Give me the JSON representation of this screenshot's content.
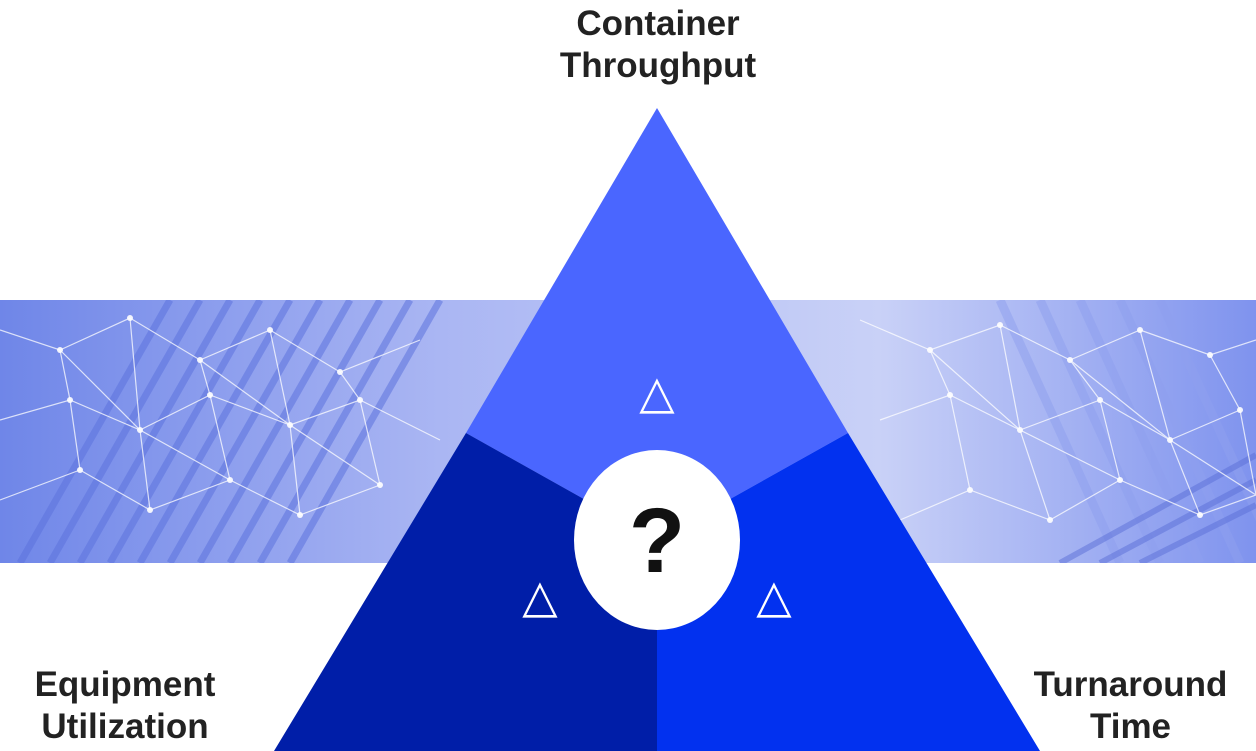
{
  "diagram": {
    "top_label": [
      "Container",
      "Throughput"
    ],
    "left_label": [
      "Equipment",
      "Utilization"
    ],
    "right_label": [
      "Turnaround",
      "Time"
    ],
    "center_symbol": "?",
    "segment_symbol": "△"
  },
  "colors": {
    "top_segment": "#4a66ff",
    "left_segment": "#001ea8",
    "right_segment": "#0231ef",
    "center_circle": "#ffffff",
    "banner_tint": "#7f93ee",
    "text": "#222222"
  }
}
